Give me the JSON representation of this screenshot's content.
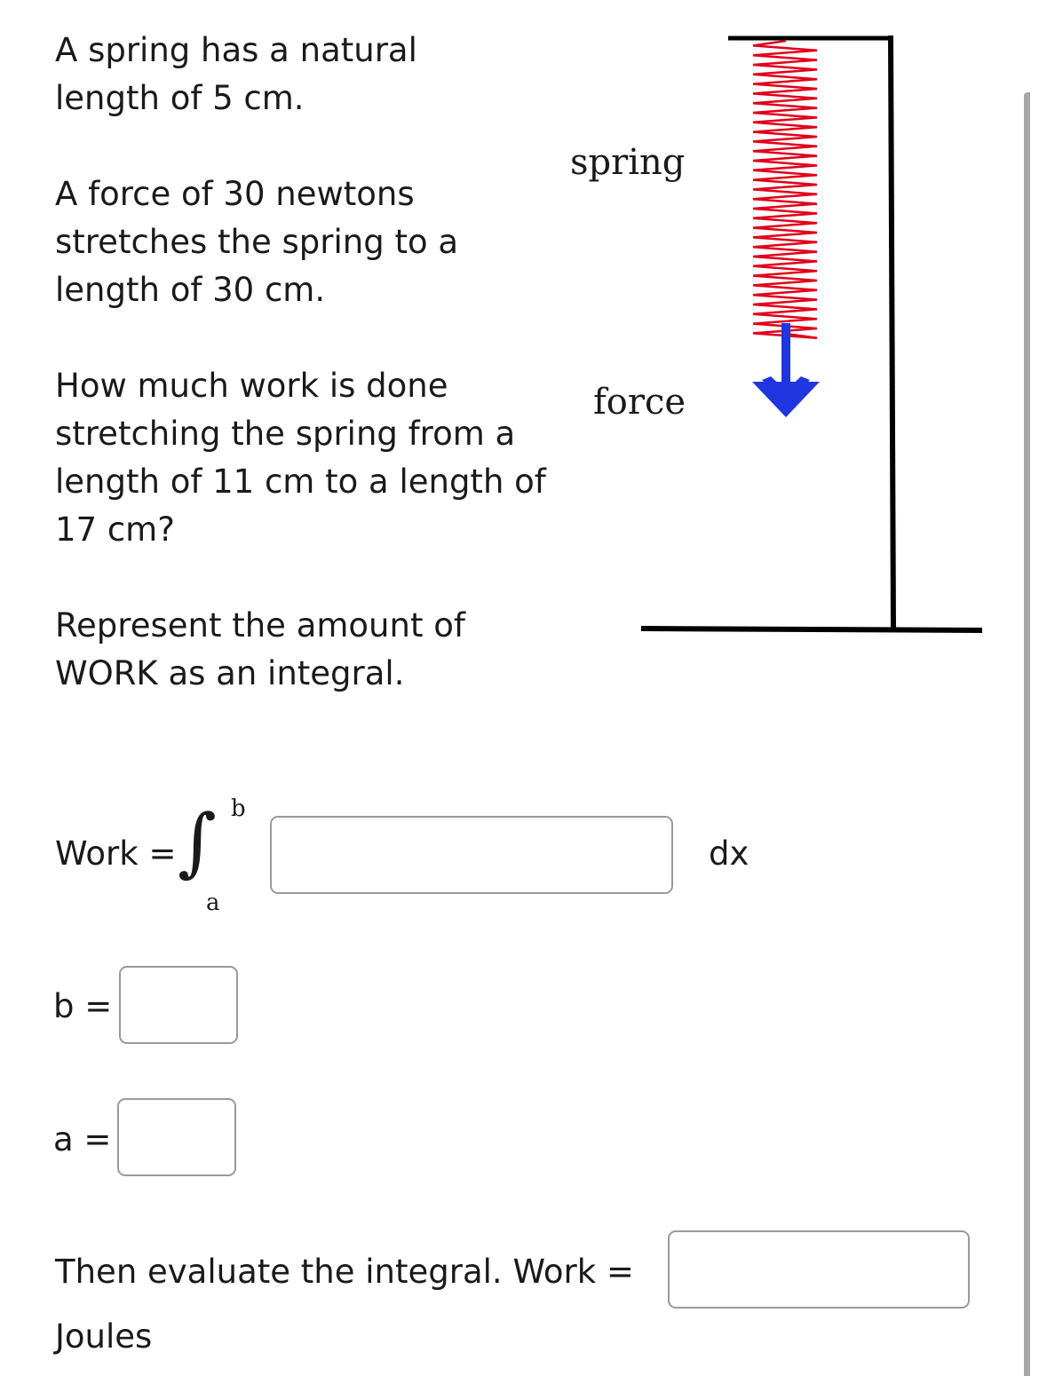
{
  "problem": {
    "p1": "A spring has a natural length of 5 cm.",
    "p2": "A force of 30 newtons stretches the spring to a length of 30 cm.",
    "p3": "How much work is done stretching the spring from a length of 11 cm to a length of 17 cm?",
    "p4": "Represent the amount of WORK as an integral."
  },
  "diagram": {
    "spring_label": "spring",
    "force_label": "force",
    "arrow_color": "#1f35e0",
    "spring_color": "#e0001a"
  },
  "form": {
    "work_label": "Work =",
    "upper_limit": "b",
    "lower_limit": "a",
    "dx_label": "dx",
    "integrand_value": "",
    "b_label": "b =",
    "b_value": "",
    "a_label": "a =",
    "a_value": "",
    "evaluate_label": "Then evaluate the integral. Work =",
    "result_value": "",
    "units": "Joules"
  }
}
